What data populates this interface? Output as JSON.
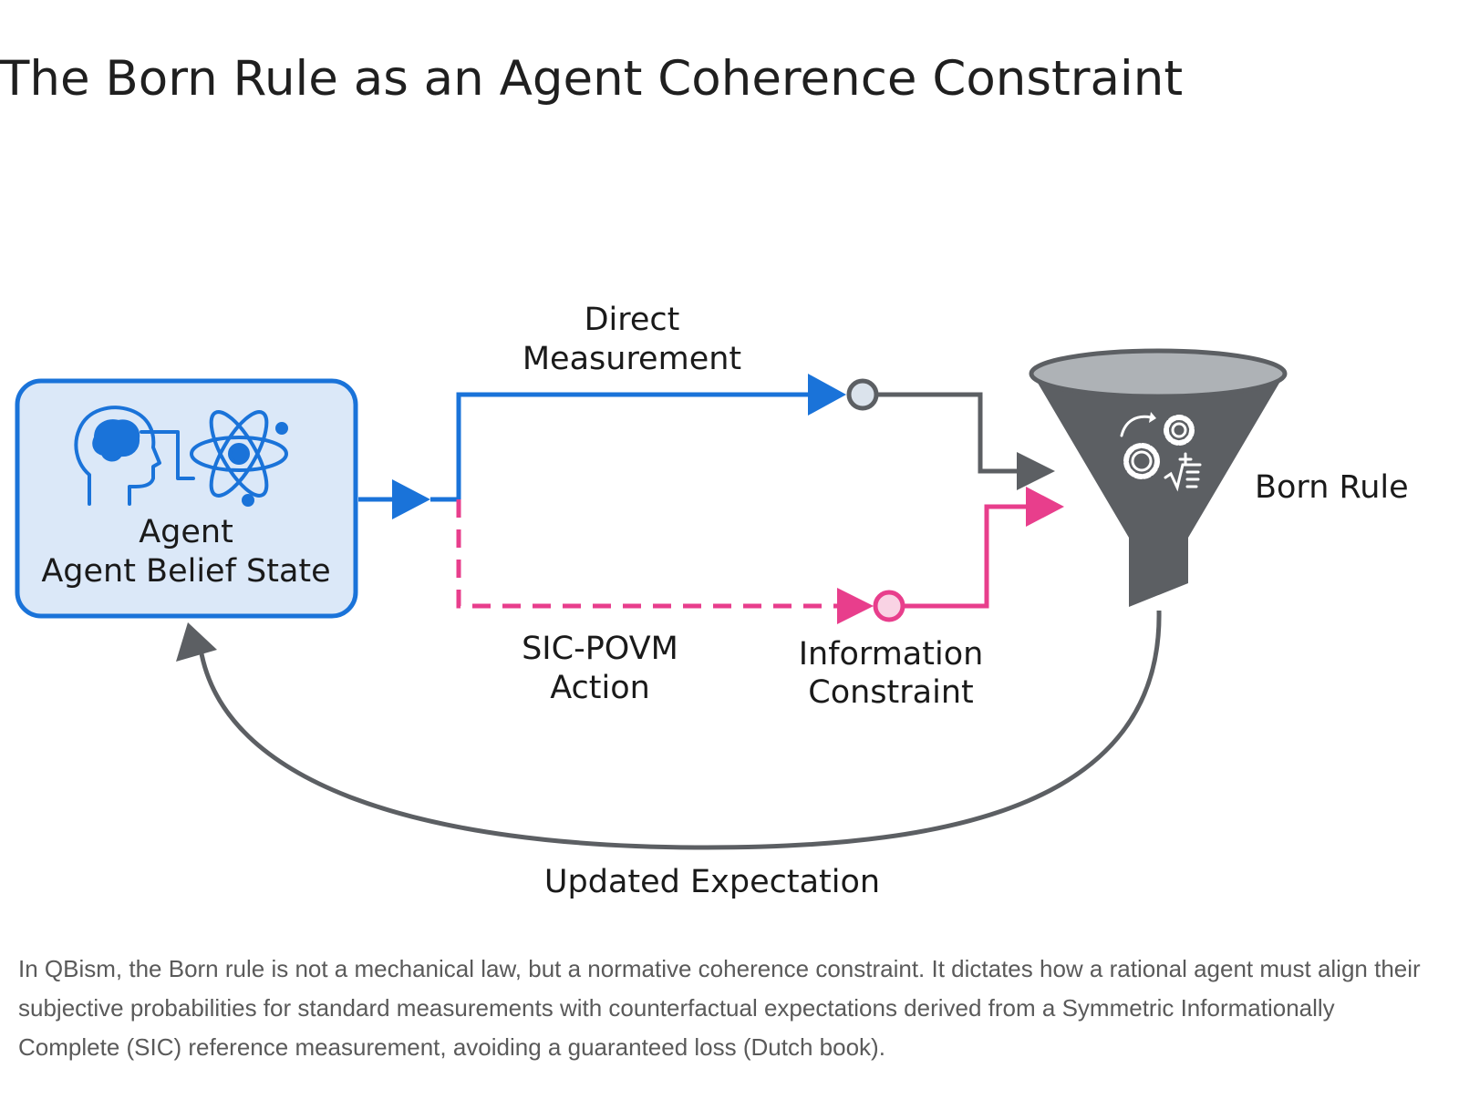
{
  "title": "The Born Rule as an Agent Coherence Constraint",
  "diagram": {
    "agent_box": {
      "line1": "Agent",
      "line2": "Agent Belief State"
    },
    "direct_measurement": {
      "line1": "Direct",
      "line2": "Measurement"
    },
    "sic_povm": {
      "line1": "SIC-POVM",
      "line2": "Action"
    },
    "information_constraint": {
      "line1": "Information",
      "line2": "Constraint"
    },
    "born_rule": "Born Rule",
    "updated_expectation": "Updated Expectation",
    "colors": {
      "blue": "#1a73d9",
      "pink": "#e83e8c",
      "gray": "#5c5f63",
      "box_fill": "#dbe8f8"
    },
    "icons": [
      "head-brain-icon",
      "atom-icon",
      "funnel-icon",
      "gears-math-icon"
    ]
  },
  "caption": "In QBism, the Born rule is not a mechanical law, but a normative coherence constraint. It dictates how a rational agent must align their subjective probabilities for standard measurements with counterfactual expectations derived from a Symmetric Informationally Complete (SIC) reference measurement, avoiding a guaranteed loss (Dutch book)."
}
